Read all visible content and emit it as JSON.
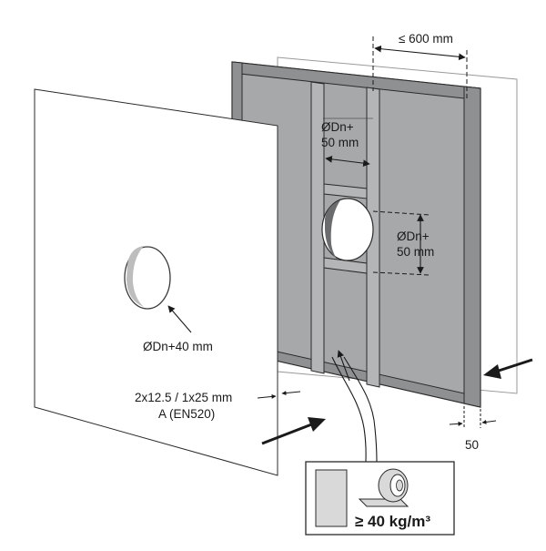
{
  "labels": {
    "stud_spacing": "≤ 600 mm",
    "opening_horizontal_line1": "ØDn+",
    "opening_horizontal_line2": "50 mm",
    "opening_vertical_line1": "ØDn+",
    "opening_vertical_line2": "50 mm",
    "board_hole": "ØDn+40 mm",
    "board_thickness_line1": "2x12.5 / 1x25 mm",
    "board_thickness_line2": "A (EN520)",
    "stud_width": "50",
    "insulation_density": "≥ 40 kg/m³"
  },
  "colors": {
    "frame_gray": "#9fa0a2",
    "stud_gray": "#a9aaac",
    "board_white": "#ffffff",
    "outline": "#2a2a2a",
    "insulation_swatch": "#d9d9d9"
  },
  "icons": {
    "insulation_roll": "insulation-roll-icon",
    "insulation_slab": "insulation-slab-icon"
  }
}
